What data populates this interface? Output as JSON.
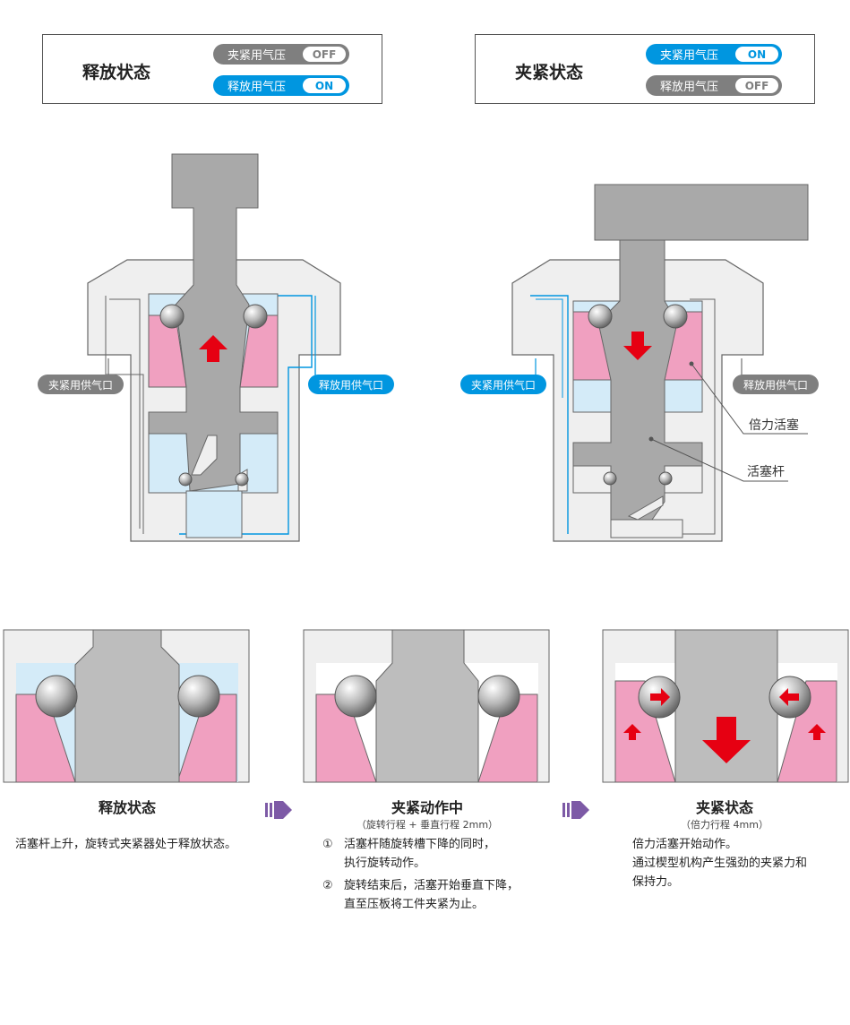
{
  "release_panel": {
    "title": "释放状态",
    "toggles": [
      {
        "label": "夹紧用气压",
        "state": "OFF",
        "color": "#7f7f7f"
      },
      {
        "label": "释放用气压",
        "state": "ON",
        "color": "#0096e0"
      }
    ]
  },
  "clamp_panel": {
    "title": "夹紧状态",
    "toggles": [
      {
        "label": "夹紧用气压",
        "state": "ON",
        "color": "#0096e0"
      },
      {
        "label": "释放用气压",
        "state": "OFF",
        "color": "#7f7f7f"
      }
    ]
  },
  "diagram_left": {
    "port_clamp": "夹紧用供气口",
    "port_release": "释放用供气口"
  },
  "diagram_right": {
    "port_clamp": "夹紧用供气口",
    "port_release": "释放用供气口",
    "callout_booster": "倍力活塞",
    "callout_rod": "活塞杆"
  },
  "stages": [
    {
      "title": "释放状态",
      "subtitle": "",
      "description": "活塞杆上升，旋转式夹紧器处于释放状态。"
    },
    {
      "title": "夹紧动作中",
      "subtitle": "（旋转行程 + 垂直行程 2mm）",
      "steps": [
        {
          "num": "①",
          "lines": [
            "活塞杆随旋转槽下降的同时，",
            "执行旋转动作。"
          ]
        },
        {
          "num": "②",
          "lines": [
            "旋转结束后，活塞开始垂直下降，",
            "直至压板将工件夹紧为止。"
          ]
        }
      ]
    },
    {
      "title": "夹紧状态",
      "subtitle": "（倍力行程 4mm）",
      "lines": [
        "倍力活塞开始动作。",
        "通过楔型机构产生强劲的夹紧力和",
        "保持力。"
      ]
    }
  ],
  "colors": {
    "blue": "#0096e0",
    "gray": "#7f7f7f",
    "pink": "#f0a0c0",
    "light_blue": "#d4ebf8",
    "rod_gray": "#a9a9a9",
    "red_arrow": "#e60012",
    "purple_arrow": "#7d5aa6"
  }
}
